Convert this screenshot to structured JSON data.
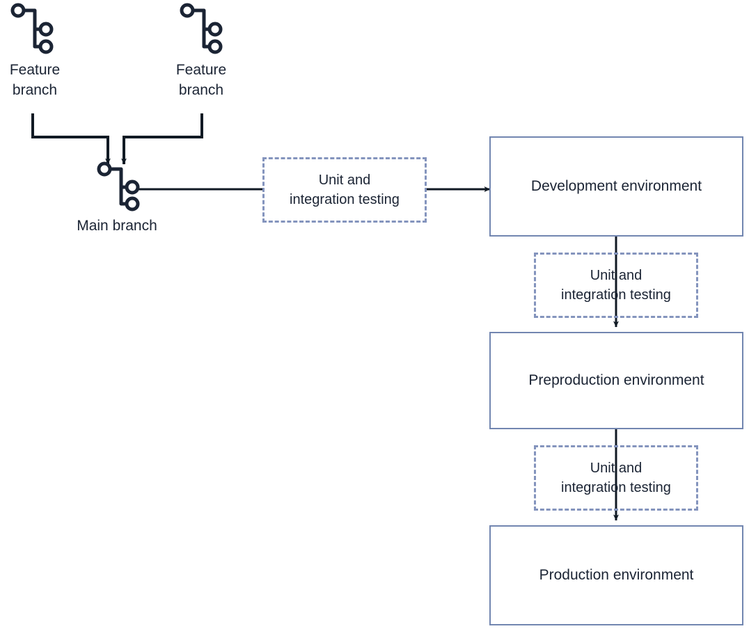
{
  "diagram": {
    "title": "Branching and deployment environment flow",
    "colors": {
      "box_border": "#7286b0",
      "dashed_border": "#8494bd",
      "connector": "#111a24",
      "text": "#1b2434",
      "background": "#ffffff"
    }
  },
  "branches": [
    {
      "id": "feature-branch-left",
      "icon": "git-branch-icon",
      "label": "Feature\nbranch"
    },
    {
      "id": "feature-branch-right",
      "icon": "git-branch-icon",
      "label": "Feature\nbranch"
    },
    {
      "id": "main-branch",
      "icon": "git-branch-icon",
      "label": "Main branch"
    }
  ],
  "testing_gates": [
    {
      "id": "testing-gate-1",
      "label": "Unit and\nintegration testing"
    },
    {
      "id": "testing-gate-2",
      "label": "Unit and\nintegration testing"
    },
    {
      "id": "testing-gate-3",
      "label": "Unit and\nintegration testing"
    }
  ],
  "environments": [
    {
      "id": "development-environment",
      "label": "Development environment"
    },
    {
      "id": "preproduction-environment",
      "label": "Preproduction environment"
    },
    {
      "id": "production-environment",
      "label": "Production environment"
    }
  ]
}
